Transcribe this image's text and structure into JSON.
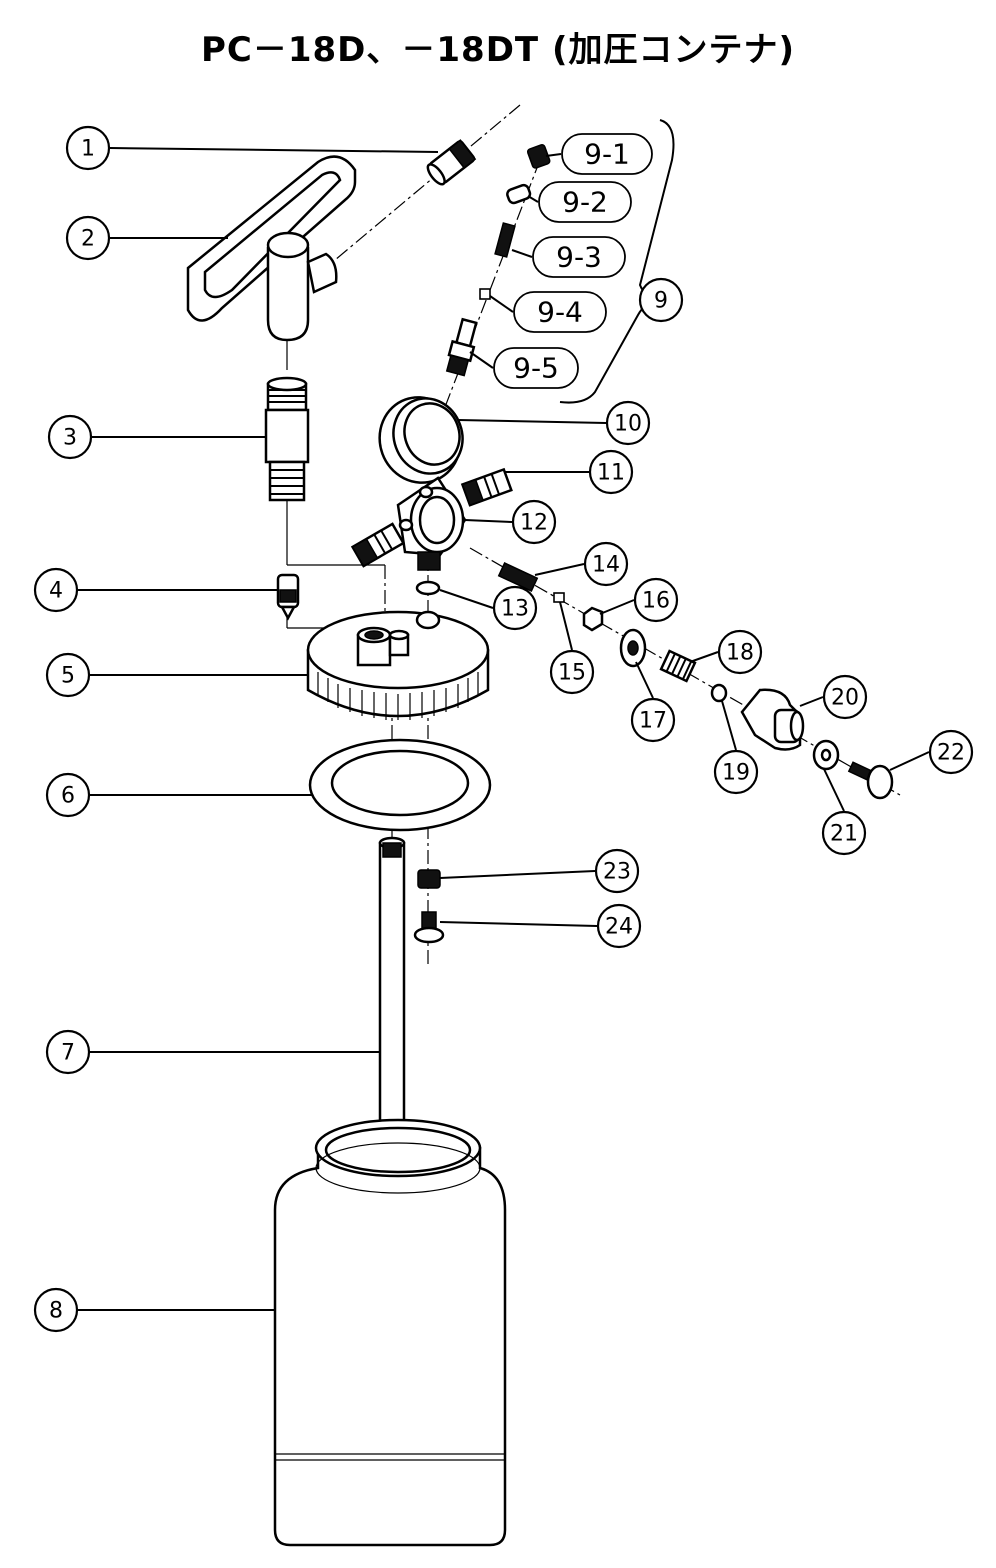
{
  "title": "PC－18D、－18DT (加圧コンテナ)",
  "callouts": [
    {
      "id": "1",
      "label": "1"
    },
    {
      "id": "2",
      "label": "2"
    },
    {
      "id": "3",
      "label": "3"
    },
    {
      "id": "4",
      "label": "4"
    },
    {
      "id": "5",
      "label": "5"
    },
    {
      "id": "6",
      "label": "6"
    },
    {
      "id": "7",
      "label": "7"
    },
    {
      "id": "8",
      "label": "8"
    },
    {
      "id": "9",
      "label": "9"
    },
    {
      "id": "10",
      "label": "10"
    },
    {
      "id": "11",
      "label": "11"
    },
    {
      "id": "12",
      "label": "12"
    },
    {
      "id": "13",
      "label": "13"
    },
    {
      "id": "14",
      "label": "14"
    },
    {
      "id": "15",
      "label": "15"
    },
    {
      "id": "16",
      "label": "16"
    },
    {
      "id": "17",
      "label": "17"
    },
    {
      "id": "18",
      "label": "18"
    },
    {
      "id": "19",
      "label": "19"
    },
    {
      "id": "20",
      "label": "20"
    },
    {
      "id": "21",
      "label": "21"
    },
    {
      "id": "22",
      "label": "22"
    },
    {
      "id": "23",
      "label": "23"
    },
    {
      "id": "24",
      "label": "24"
    }
  ],
  "sub_callouts": [
    {
      "id": "9-1",
      "label": "9-1"
    },
    {
      "id": "9-2",
      "label": "9-2"
    },
    {
      "id": "9-3",
      "label": "9-3"
    },
    {
      "id": "9-4",
      "label": "9-4"
    },
    {
      "id": "9-5",
      "label": "9-5"
    }
  ]
}
